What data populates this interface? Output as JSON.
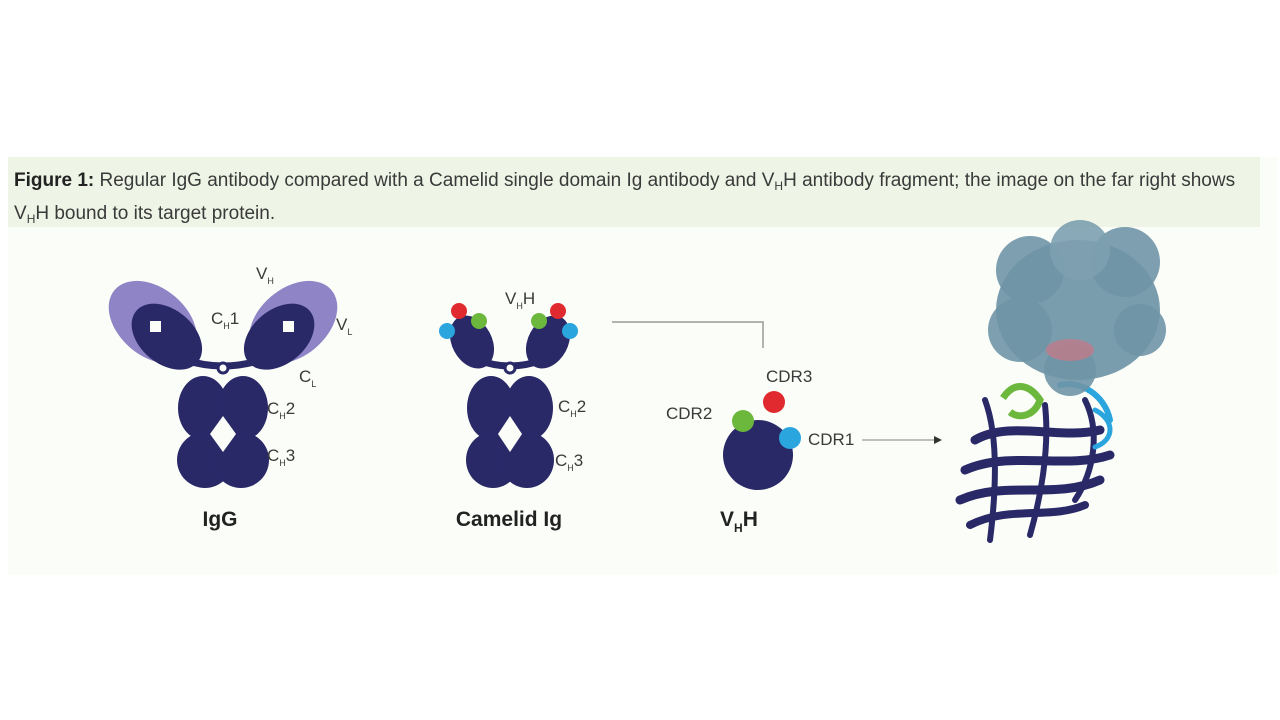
{
  "caption": {
    "prefix": "Figure 1:",
    "part1": "Regular IgG antibody compared with a Camelid single domain Ig antibody and V",
    "sub1": "H",
    "part2": "H antibody fragment; the image on the far right shows V",
    "sub2": "H",
    "part3": "H bound to its target protein."
  },
  "igg": {
    "name": "IgG",
    "vh": {
      "main": "V",
      "sub": "H"
    },
    "vl": {
      "main": "V",
      "sub": "L"
    },
    "ch1": {
      "main": "C",
      "sub": "H",
      "tail": "1"
    },
    "cl": {
      "main": "C",
      "sub": "L"
    },
    "ch2": {
      "main": "C",
      "sub": "H",
      "tail": "2"
    },
    "ch3": {
      "main": "C",
      "sub": "H",
      "tail": "3"
    }
  },
  "camelid": {
    "name": "Camelid Ig",
    "vhh": {
      "main": "V",
      "sub": "H",
      "tail": "H"
    },
    "ch2": {
      "main": "C",
      "sub": "H",
      "tail": "2"
    },
    "ch3": {
      "main": "C",
      "sub": "H",
      "tail": "3"
    }
  },
  "vhh": {
    "name_main": "V",
    "name_sub": "H",
    "name_tail": "H",
    "cdr3": "CDR3",
    "cdr2": "CDR2",
    "cdr1": "CDR1"
  },
  "colors": {
    "navy": "#2a2968",
    "lavender": "#8e84c6",
    "cdr_red": "#e02a2f",
    "cdr_green": "#6bb83c",
    "cdr_blue": "#2aa5de",
    "protein": "#6f95a6",
    "caption_bg": "#eef5e6"
  }
}
